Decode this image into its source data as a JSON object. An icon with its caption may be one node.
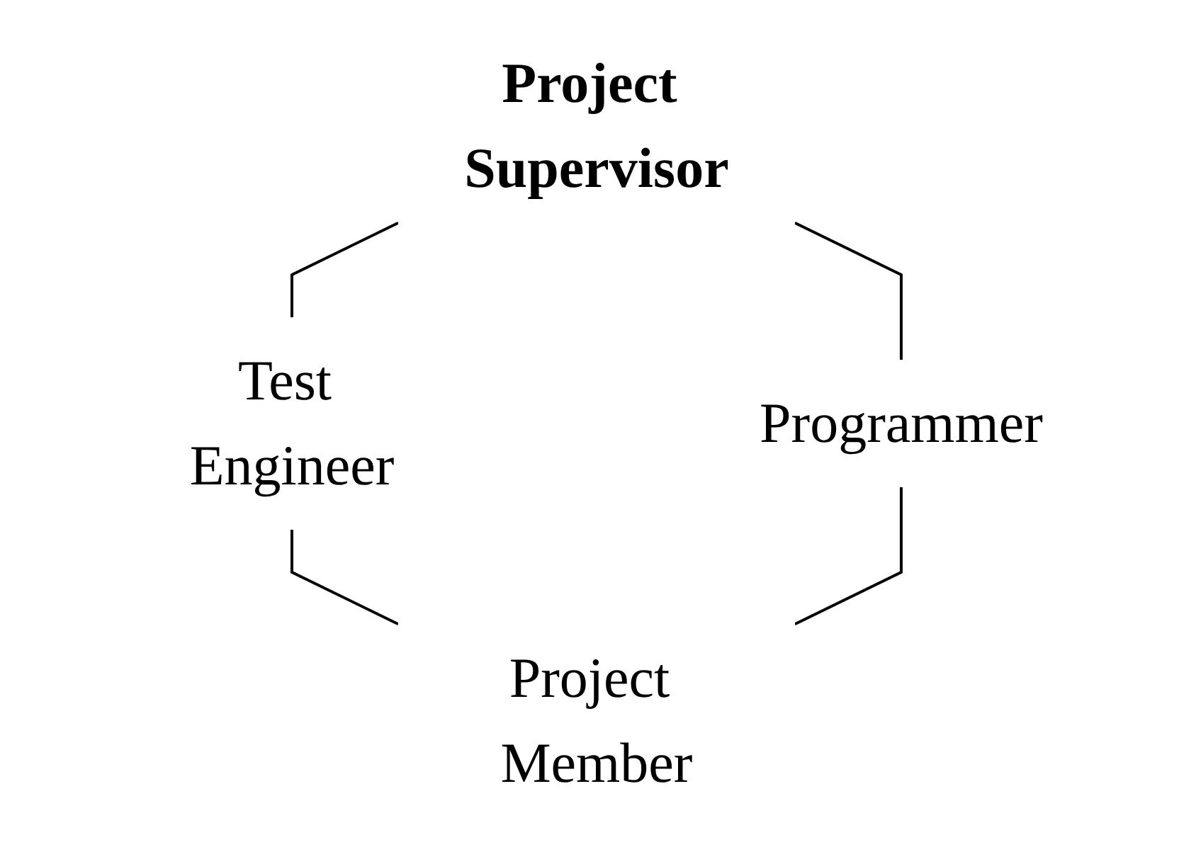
{
  "diagram": {
    "nodes": [
      {
        "text": [
          "Project Supervisor"
        ]
      },
      {
        "text": [
          "Test Engineer"
        ]
      },
      {
        "text": [
          "Programmer"
        ]
      },
      {
        "text": [
          "Project Member"
        ]
      }
    ],
    "edges": [
      {
        "from": 0,
        "to": 1,
        "arrow": "none"
      },
      {
        "from": 0,
        "to": 2,
        "arrow": "none"
      },
      {
        "from": 1,
        "to": 3,
        "arrow": "none"
      },
      {
        "from": 2,
        "to": 3,
        "arrow": "none"
      }
    ]
  }
}
